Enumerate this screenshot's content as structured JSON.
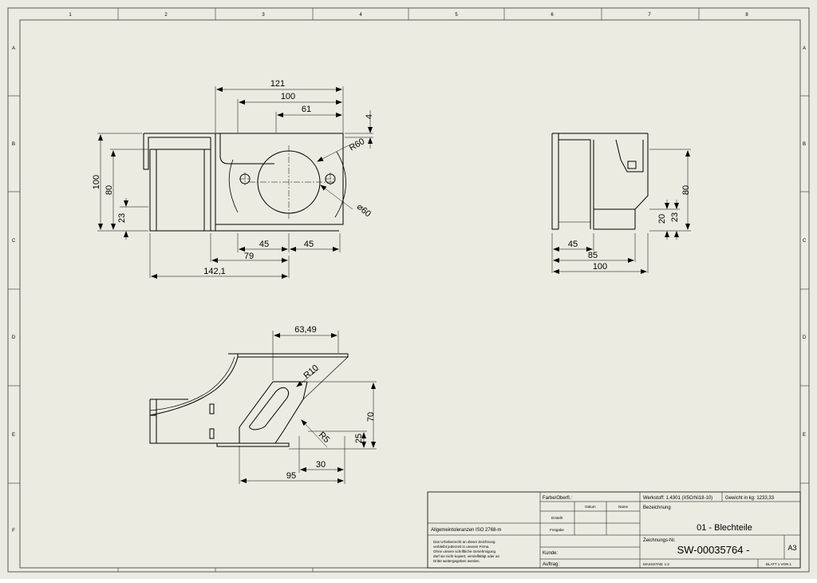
{
  "colors": {
    "paper": "#ecebe1",
    "ink": "#000000",
    "frame": "#333333"
  },
  "zones": {
    "columns": [
      "1",
      "2",
      "3",
      "4",
      "5",
      "6",
      "7",
      "8"
    ],
    "rows": [
      "A",
      "B",
      "C",
      "D",
      "E",
      "F"
    ]
  },
  "front_view": {
    "dimensions": {
      "w121": "121",
      "w100": "100",
      "w61": "61",
      "t4": "4",
      "r60": "R60",
      "d60": "⌀60",
      "h100": "100",
      "h80": "80",
      "h23": "23",
      "w45a": "45",
      "w45b": "45",
      "w79": "79",
      "w142": "142,1"
    }
  },
  "side_view": {
    "dimensions": {
      "h80": "80",
      "h23": "23",
      "h20": "20",
      "w45": "45",
      "w85": "85",
      "w100": "100"
    }
  },
  "top_view": {
    "dimensions": {
      "w6349": "63,49",
      "r10": "R10",
      "r5": "R5",
      "h70": "70",
      "h25": "25",
      "w30": "30",
      "w95": "95"
    }
  },
  "title_block": {
    "tolerances": "Allgemeintoleranzen ISO 2768-m",
    "copyright": [
      "Das Urheberrecht an dieser Zeichnung",
      "verbleibt jederzeit in unserer Firma.",
      "Ohne unsere schriftliche Genehmigung",
      "darf sie nicht kopiert, vervielfältigt oder an",
      "Dritte weitergegeben werden."
    ],
    "finish_label": "Farbe/Oberfl.:",
    "col_date": "Datum",
    "col_name": "Name",
    "row_created": "Erstellt",
    "row_released": "Freigabe",
    "customer_label": "Kunde:",
    "order_label": "Auftrag:",
    "material": "Werkstoff: 1.4301 (X5CrNi18-10)",
    "weight": "Gewicht in kg: 1233,33",
    "designation_label": "Bezeichnung",
    "designation": "01 - Blechteile",
    "drawing_no_label": "Zeichnungs-Nr.",
    "drawing_no": "SW-00035764 -",
    "format": "A3",
    "scale": "MASSSTAB: 1:2",
    "sheet": "BLATT 1 VON 1"
  }
}
